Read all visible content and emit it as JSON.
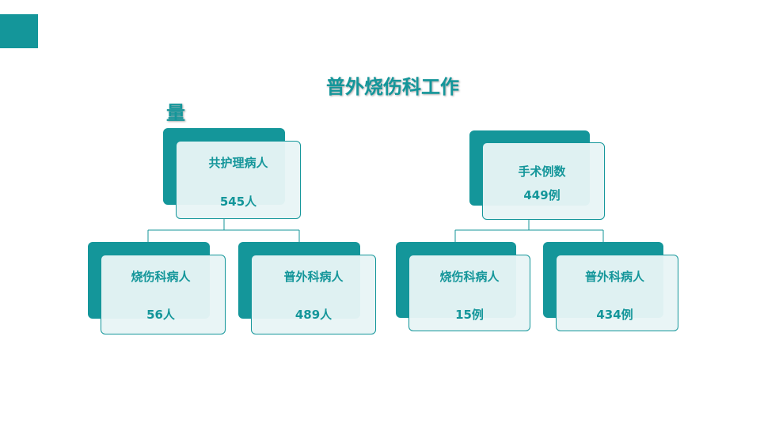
{
  "title_line1": "普外烧伤科工作",
  "title_line2": "量",
  "left_tree": {
    "root": {
      "label": "共护理病人",
      "value": "545人"
    },
    "child_a": {
      "label": "烧伤科病人",
      "value": "56人"
    },
    "child_b": {
      "label": "普外科病人",
      "value": "489人"
    }
  },
  "right_tree": {
    "root": {
      "label": "手术例数",
      "value": "449例"
    },
    "child_a": {
      "label": "烧伤科病人",
      "value": "15例"
    },
    "child_b": {
      "label": "普外科病人",
      "value": "434例"
    }
  }
}
